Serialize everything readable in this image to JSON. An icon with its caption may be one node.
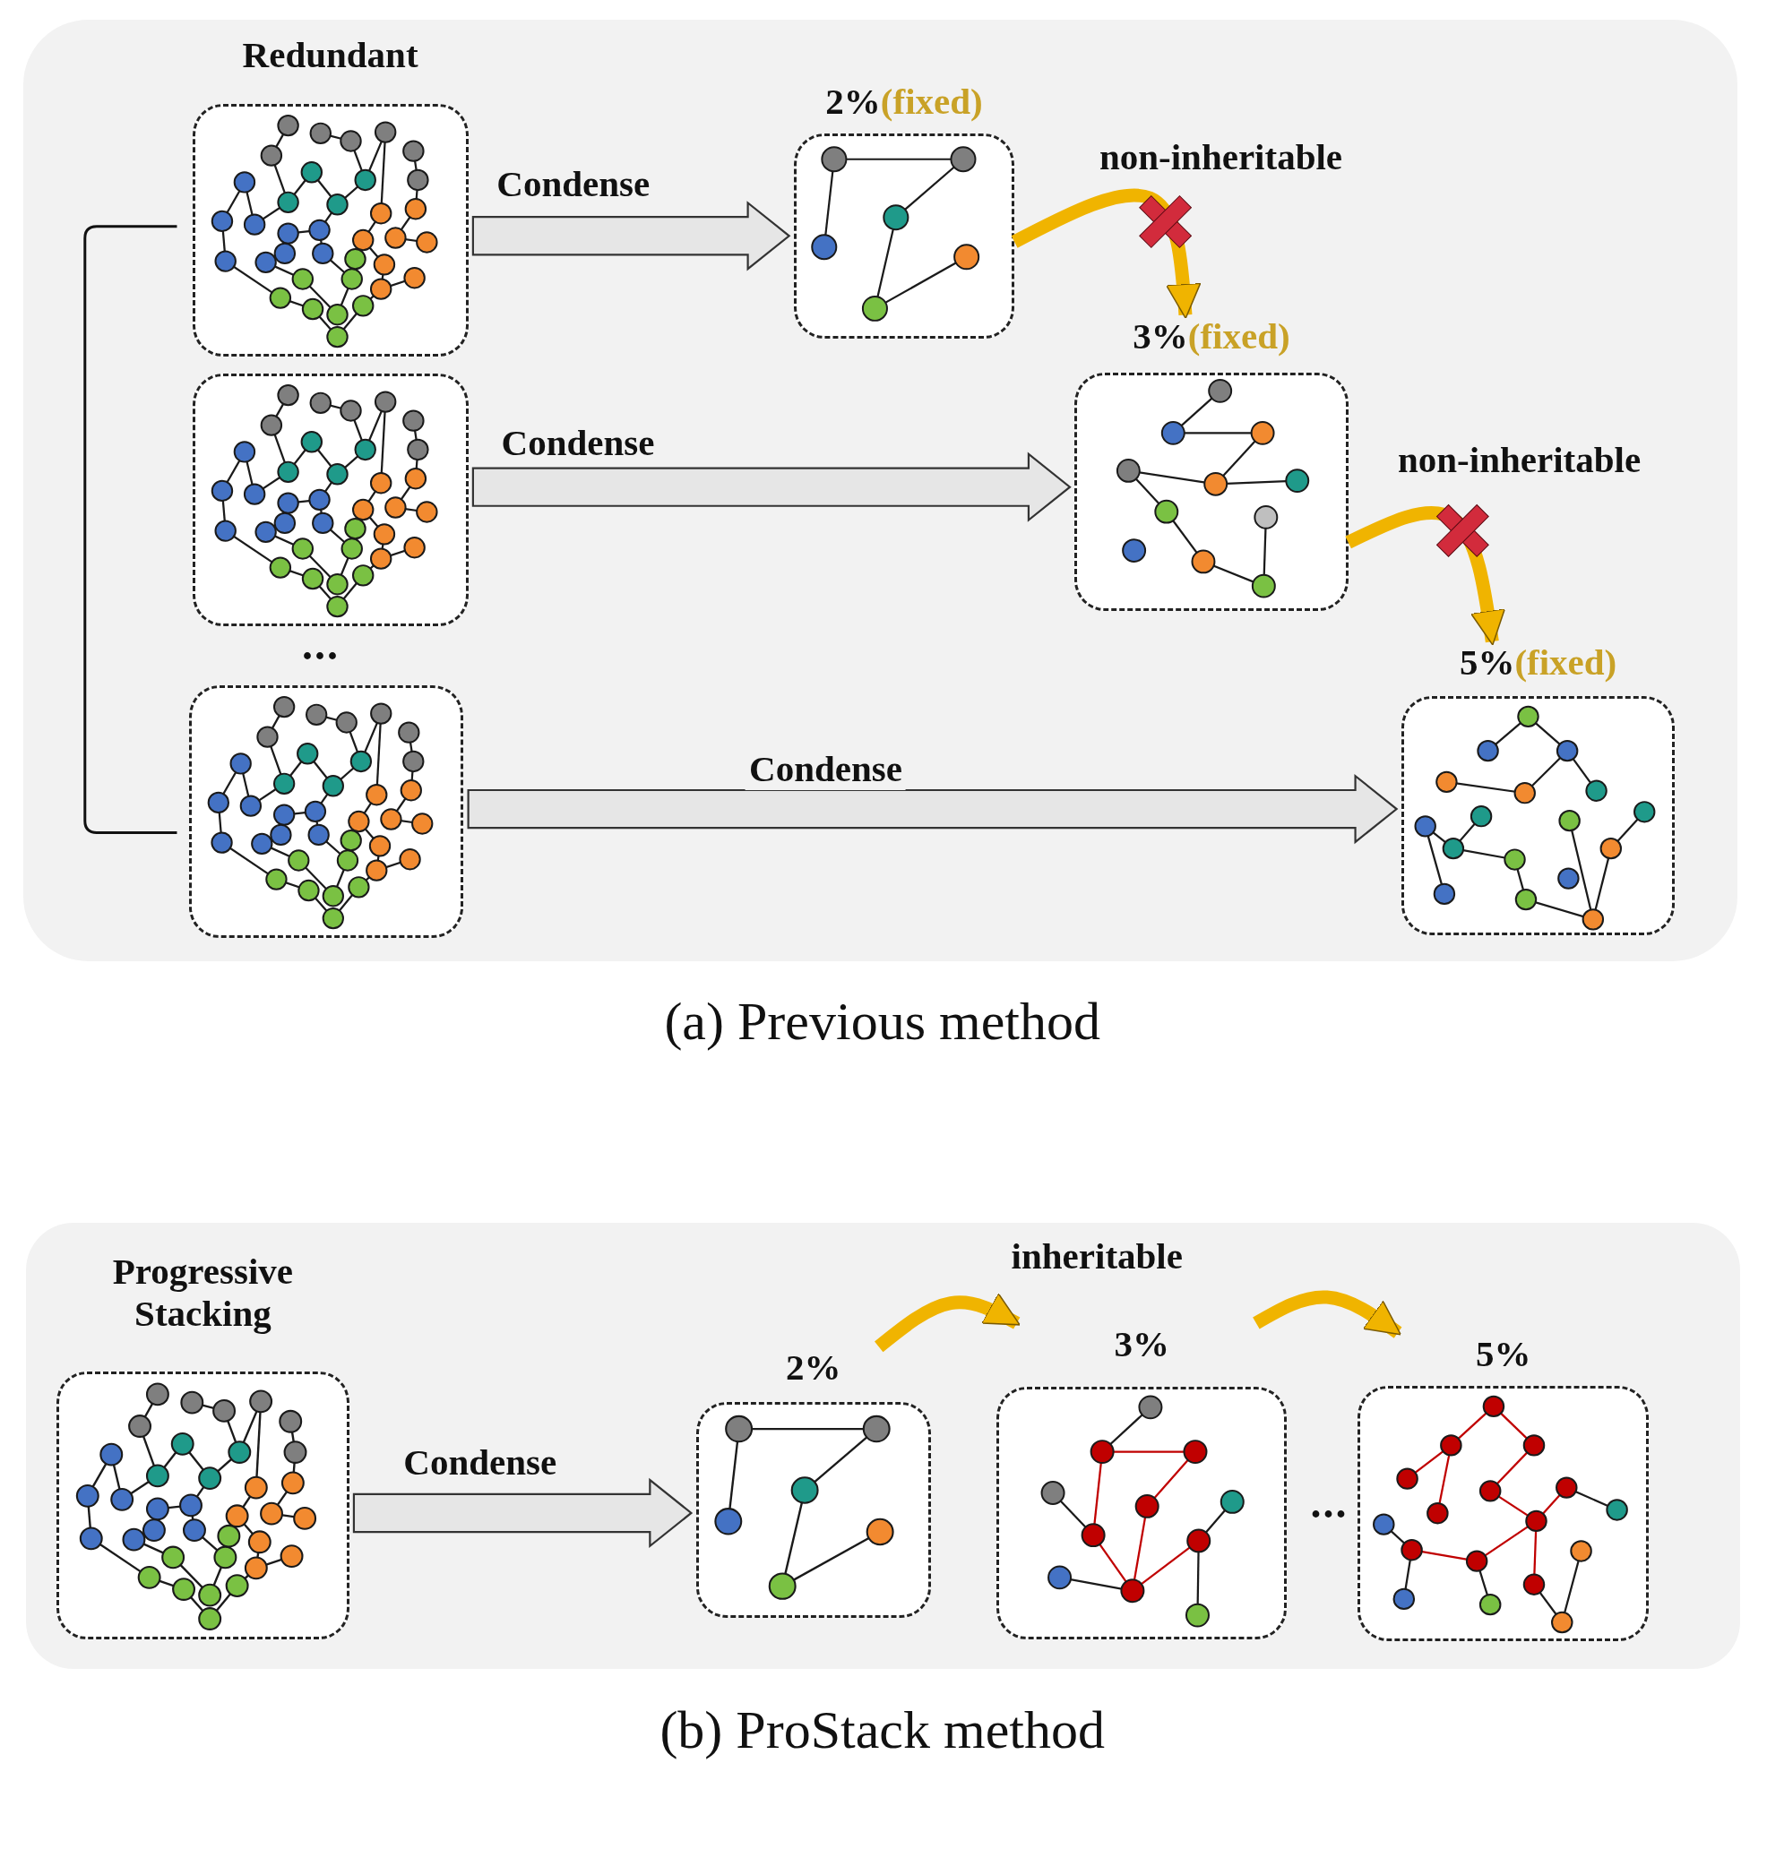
{
  "diagram": {
    "nodes": [
      {
        "text": [],
        "shape": "box"
      },
      {
        "text": [
          "Redundant"
        ],
        "in": 0
      },
      {
        "text": [],
        "shape": "picture",
        "in": 0
      },
      {
        "text": [],
        "shape": "picture",
        "in": 0
      },
      {
        "text": [
          "2%",
          "(fixed)"
        ],
        "in": 0
      },
      {
        "text": [
          "3%",
          "(fixed)"
        ],
        "in": 0
      },
      {
        "text": [
          "5%",
          "(fixed)"
        ],
        "in": 0
      },
      {
        "text": [],
        "shape": "box"
      },
      {
        "text": [
          "Progressive Stacking"
        ],
        "in": 7
      },
      {
        "text": [
          "2%"
        ],
        "in": 7
      },
      {
        "text": [
          "3%"
        ],
        "in": 7
      },
      {
        "text": [
          "5%"
        ],
        "in": 7
      }
    ],
    "edges": [
      {
        "from": 1,
        "to": 4,
        "arrow": "to",
        "label": "Condense",
        "style": "thick"
      },
      {
        "from": 2,
        "to": 5,
        "arrow": "to",
        "label": "Condense",
        "style": "thick"
      },
      {
        "from": 3,
        "to": 6,
        "arrow": "to",
        "label": "Condense",
        "style": "thick"
      },
      {
        "from": 4,
        "to": 5,
        "arrow": "to",
        "label": "non-inheritable",
        "color": "#f0b400"
      },
      {
        "from": 5,
        "to": 6,
        "arrow": "to",
        "label": "non-inheritable",
        "color": "#f0b400"
      },
      {
        "from": 8,
        "to": 9,
        "arrow": "to",
        "label": "Condense",
        "style": "thick"
      },
      {
        "from": 9,
        "to": 10,
        "arrow": "to",
        "label": "inheritable",
        "color": "#f0b400"
      },
      {
        "from": 10,
        "to": 11,
        "arrow": "to",
        "color": "#f0b400"
      }
    ],
    "labels": [
      "...",
      "(a) Previous method",
      "...",
      "(b) ProStack method"
    ]
  }
}
